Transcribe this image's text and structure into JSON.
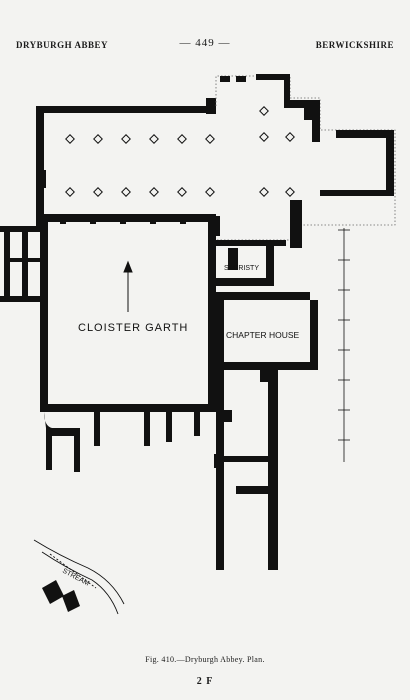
{
  "header": {
    "left": "DRYBURGH ABBEY",
    "page_number": "— 449 —",
    "right": "BERWICKSHIRE"
  },
  "plan_labels": {
    "cloister": "CLOISTER  GARTH",
    "chapter_house": "CHAPTER HOUSE",
    "sacristy": "SACRISTY",
    "stream": "STREAM"
  },
  "caption": "Fig. 410.—Dryburgh Abbey.  Plan.",
  "signature": "2 F"
}
